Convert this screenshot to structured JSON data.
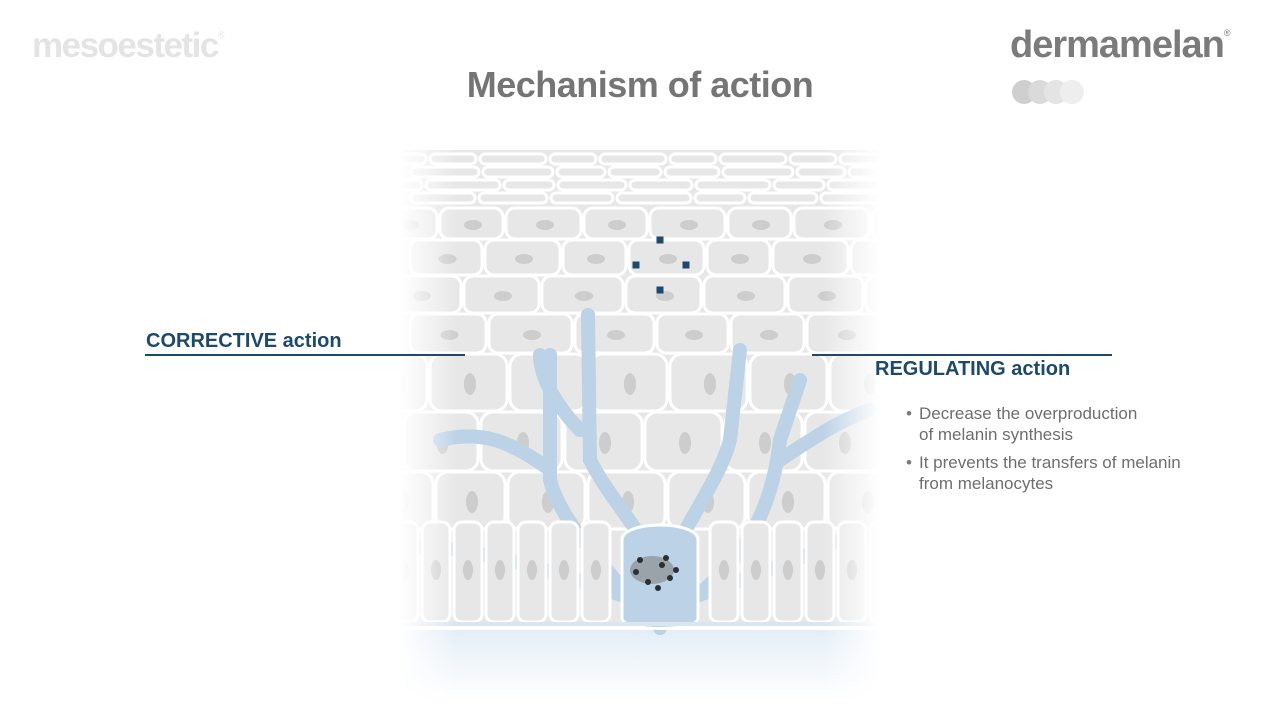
{
  "brand": {
    "left_logo": "mesoestetic",
    "right_logo": "dermamelan",
    "registered_mark": "®",
    "logo_circle_colors": [
      "#cfcfcf",
      "#dadada",
      "#e4e4e4",
      "#eeeeee"
    ]
  },
  "title": "Mechanism of action",
  "illustration": {
    "icon": "skin-cross-section-illustration",
    "colors": {
      "cell_fill": "#e7e7e7",
      "cell_outline": "#ffffff",
      "nucleus": "#cdcdcd",
      "melanocyte": "#bcd2e6",
      "marker": "#1d4a6c"
    }
  },
  "labels": {
    "corrective": "CORRECTIVE action",
    "regulating": "REGULATING action",
    "accent_color": "#1d4a6c"
  },
  "regulating_points": [
    {
      "bullet": "•",
      "text": "Decrease the overproduction",
      "text2": "of melanin synthesis"
    },
    {
      "bullet": "•",
      "text": "It prevents the transfers of melanin",
      "text2": "from melanocytes"
    }
  ]
}
